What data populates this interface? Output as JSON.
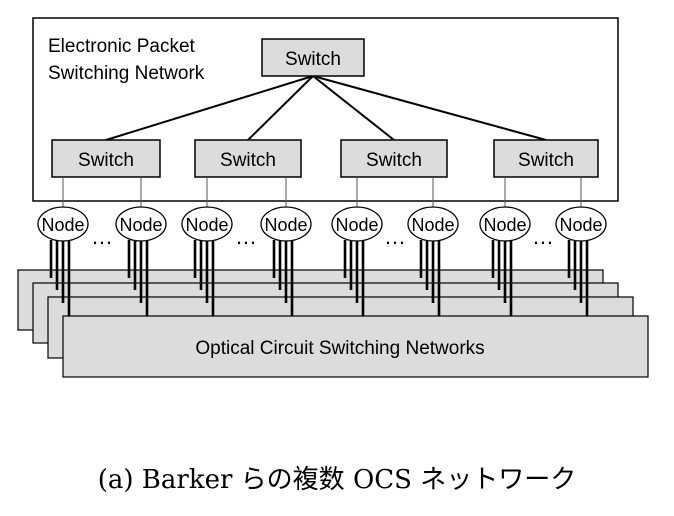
{
  "packet_network": {
    "label_line1": "Electronic Packet",
    "label_line2": "Switching Network"
  },
  "switches": {
    "core": "Switch",
    "edge": [
      "Switch",
      "Switch",
      "Switch",
      "Switch"
    ]
  },
  "nodes": {
    "labels": [
      "Node",
      "Node",
      "Node",
      "Node",
      "Node",
      "Node",
      "Node",
      "Node"
    ],
    "ellipsis": "…"
  },
  "ocs": {
    "label": "Optical Circuit Switching Networks"
  },
  "caption": "(a) Barker らの複数 OCS ネットワーク",
  "colors": {
    "box_fill": "#dcdcdc",
    "stroke": "#000000",
    "background": "#ffffff"
  }
}
